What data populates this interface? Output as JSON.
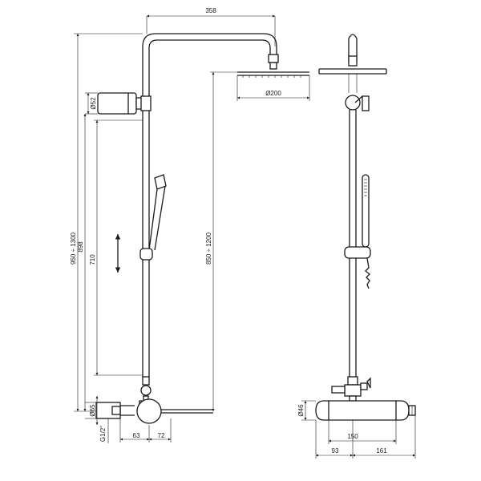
{
  "front_view": {
    "width_label": "358",
    "head_diameter_label": "Ø200",
    "overall_height_label": "950 ÷ 1300",
    "bar_height_label": "898",
    "slide_range_label": "710",
    "head_height_label": "850 ÷ 1200",
    "holder_diameter_label": "Ø52",
    "mixer_diameter_label": "Ø65",
    "inlet_label": "G1/2\"",
    "inlet_offset_label": "63",
    "mixer_offset_label": "72"
  },
  "side_view": {
    "mixer_diameter_label": "Ø46",
    "center_distance_label": "150",
    "left_offset_label": "93",
    "right_offset_label": "161"
  }
}
